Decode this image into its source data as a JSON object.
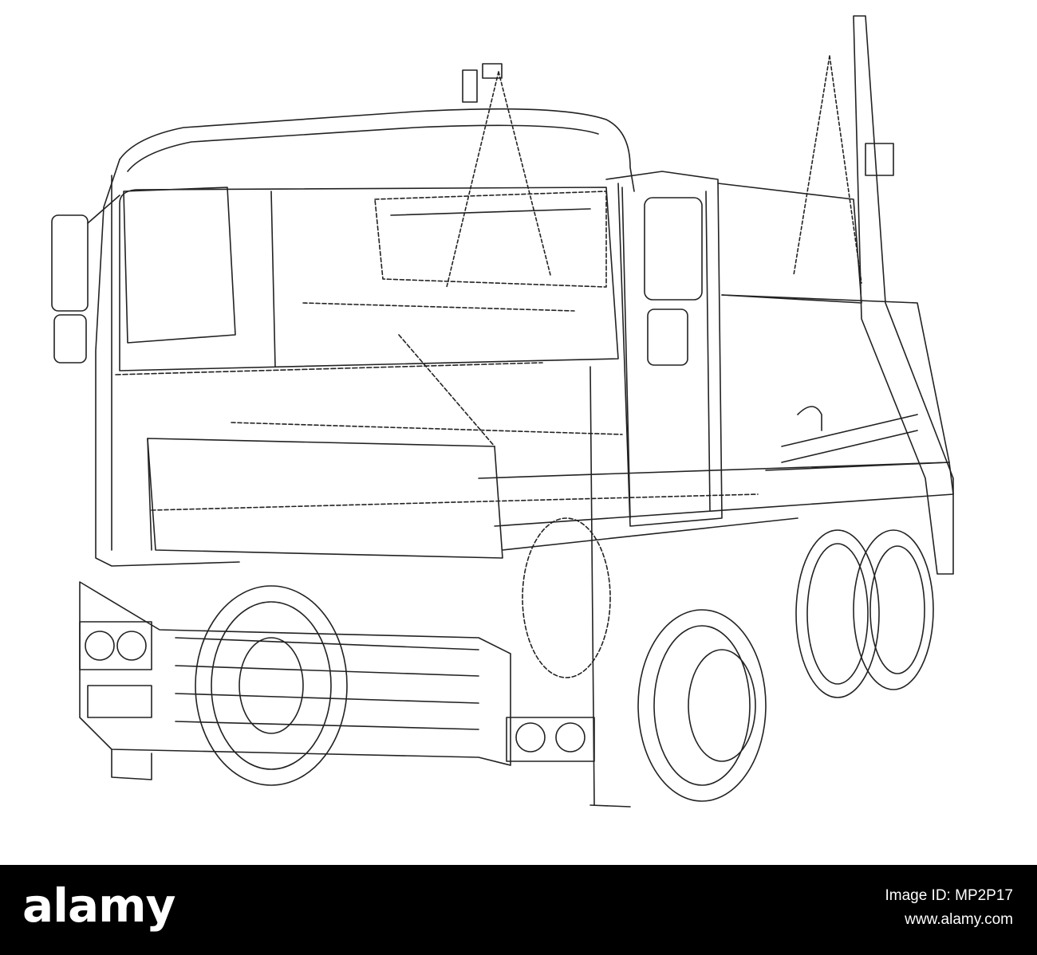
{
  "footer": {
    "logo_text": "alamy",
    "image_id_label": "Image ID: MP2P17",
    "site": "www.alamy.com"
  },
  "colors": {
    "line": "#222222",
    "footer_bg": "#000000",
    "footer_text": "#ffffff"
  }
}
